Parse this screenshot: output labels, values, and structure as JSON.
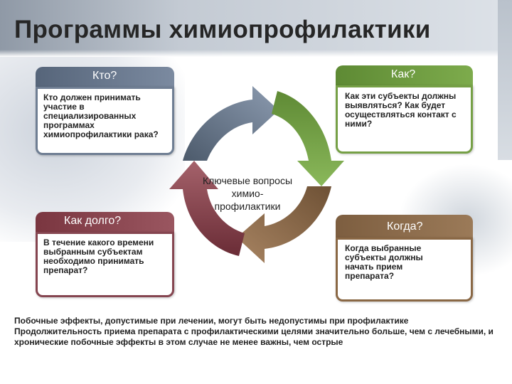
{
  "slide": {
    "title": "Программы химиопрофилактики",
    "center": "Ключевые вопросы химио-профилактики"
  },
  "colors": {
    "who": "#627185",
    "how": "#6f9840",
    "how_long": "#7f3d45",
    "when": "#8a6845"
  },
  "quadrants": {
    "who": {
      "heading": "Кто?",
      "text": "Кто должен принимать участие в специализированных программах химиопрофилактики рака?"
    },
    "how": {
      "heading": "Как?",
      "text": "Как эти субъекты должны выявляться? Как будет осуществляться контакт с ними?"
    },
    "how_long": {
      "heading": "Как долго?",
      "text": "В течение какого времени выбранным субъектам необходимо принимать препарат?"
    },
    "when": {
      "heading": "Когда?",
      "text": "Когда выбранные субъекты должны начать прием препарата?"
    }
  },
  "notes": [
    "Побочные эффекты, допустимые при лечении, могут быть недопустимы при профилактике",
    "Продолжительность приема препарата с профилактическими целями значительно больше, чем с лечебными, и хронические побочные эффекты в этом случае не менее важны, чем острые"
  ]
}
